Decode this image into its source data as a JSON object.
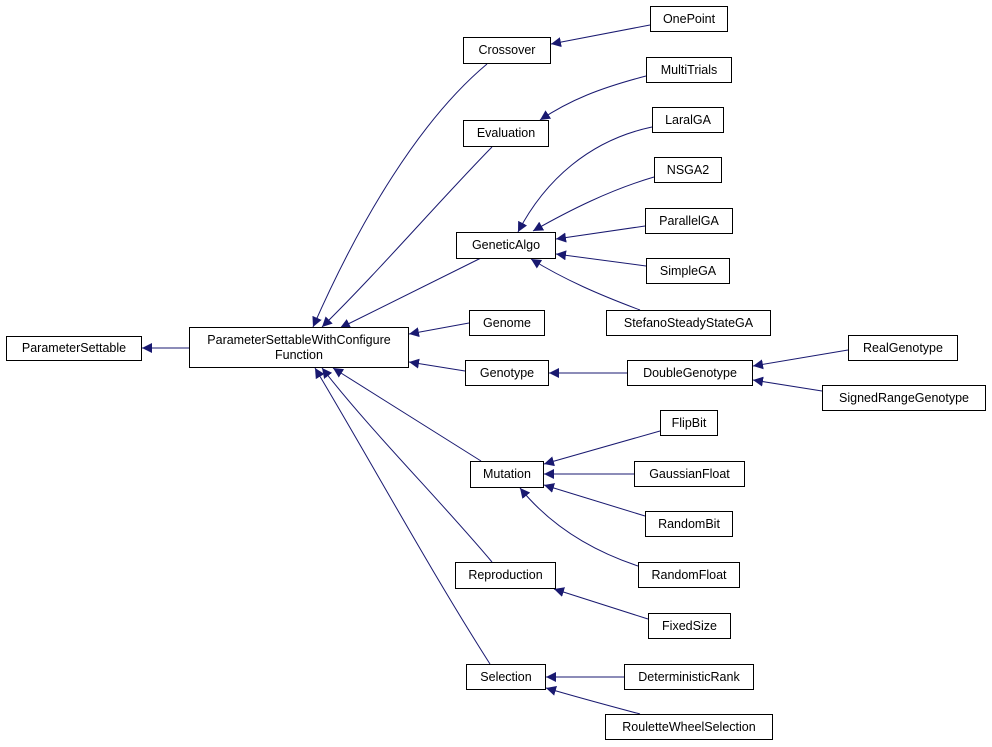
{
  "edge_color": "#191970",
  "node_border_color": "#000000",
  "nodes": {
    "parametersettable": "ParameterSettable",
    "pswcf_line1": "ParameterSettableWithConfigure",
    "pswcf_line2": "Function",
    "crossover": "Crossover",
    "evaluation": "Evaluation",
    "geneticalgo": "GeneticAlgo",
    "genome": "Genome",
    "genotype": "Genotype",
    "mutation": "Mutation",
    "reproduction": "Reproduction",
    "selection": "Selection",
    "onepoint": "OnePoint",
    "multitrials": "MultiTrials",
    "laralga": "LaralGA",
    "nsga2": "NSGA2",
    "parallelga": "ParallelGA",
    "simplega": "SimpleGA",
    "stefanosteadystatega": "StefanoSteadyStateGA",
    "doublegenotype": "DoubleGenotype",
    "realgenotype": "RealGenotype",
    "signedrangegenotype": "SignedRangeGenotype",
    "flipbit": "FlipBit",
    "gaussianfloat": "GaussianFloat",
    "randombit": "RandomBit",
    "randomfloat": "RandomFloat",
    "fixedsize": "FixedSize",
    "deterministicrank": "DeterministicRank",
    "roulettewheelselection": "RouletteWheelSelection"
  },
  "edges": [
    {
      "from": "pswcf",
      "to": "parametersettable"
    },
    {
      "from": "crossover",
      "to": "pswcf"
    },
    {
      "from": "evaluation",
      "to": "pswcf"
    },
    {
      "from": "geneticalgo",
      "to": "pswcf"
    },
    {
      "from": "genome",
      "to": "pswcf"
    },
    {
      "from": "genotype",
      "to": "pswcf"
    },
    {
      "from": "mutation",
      "to": "pswcf"
    },
    {
      "from": "reproduction",
      "to": "pswcf"
    },
    {
      "from": "selection",
      "to": "pswcf"
    },
    {
      "from": "onepoint",
      "to": "crossover"
    },
    {
      "from": "multitrials",
      "to": "evaluation"
    },
    {
      "from": "laralga",
      "to": "geneticalgo"
    },
    {
      "from": "nsga2",
      "to": "geneticalgo"
    },
    {
      "from": "parallelga",
      "to": "geneticalgo"
    },
    {
      "from": "simplega",
      "to": "geneticalgo"
    },
    {
      "from": "stefanosteadystatega",
      "to": "geneticalgo"
    },
    {
      "from": "doublegenotype",
      "to": "genotype"
    },
    {
      "from": "realgenotype",
      "to": "doublegenotype"
    },
    {
      "from": "signedrangegenotype",
      "to": "doublegenotype"
    },
    {
      "from": "flipbit",
      "to": "mutation"
    },
    {
      "from": "gaussianfloat",
      "to": "mutation"
    },
    {
      "from": "randombit",
      "to": "mutation"
    },
    {
      "from": "randomfloat",
      "to": "mutation"
    },
    {
      "from": "fixedsize",
      "to": "reproduction"
    },
    {
      "from": "deterministicrank",
      "to": "selection"
    },
    {
      "from": "roulettewheelselection",
      "to": "selection"
    }
  ]
}
